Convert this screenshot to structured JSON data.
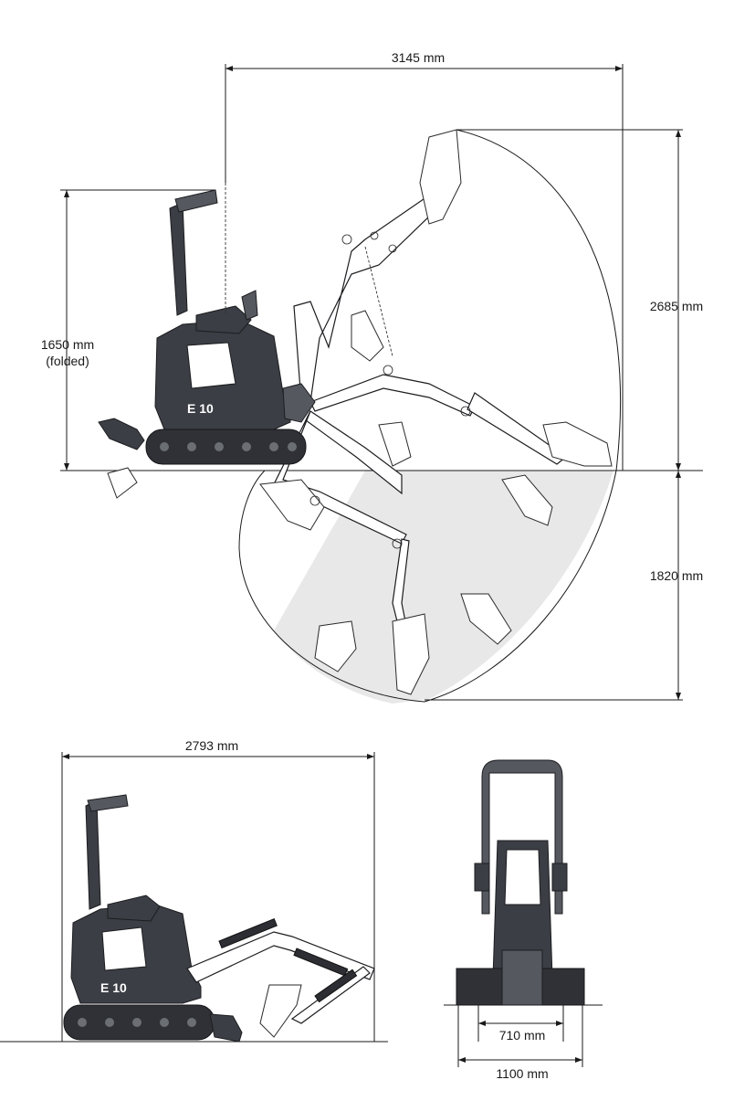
{
  "dimensions": {
    "reach_width": "3145 mm",
    "max_height": "2685 mm",
    "folded_height": "1650 mm",
    "folded_note": "(folded)",
    "dig_depth": "1820 mm",
    "transport_length": "2793 mm",
    "track_width_inner": "710 mm",
    "track_width_outer": "1100 mm"
  },
  "model_label": "E 10"
}
